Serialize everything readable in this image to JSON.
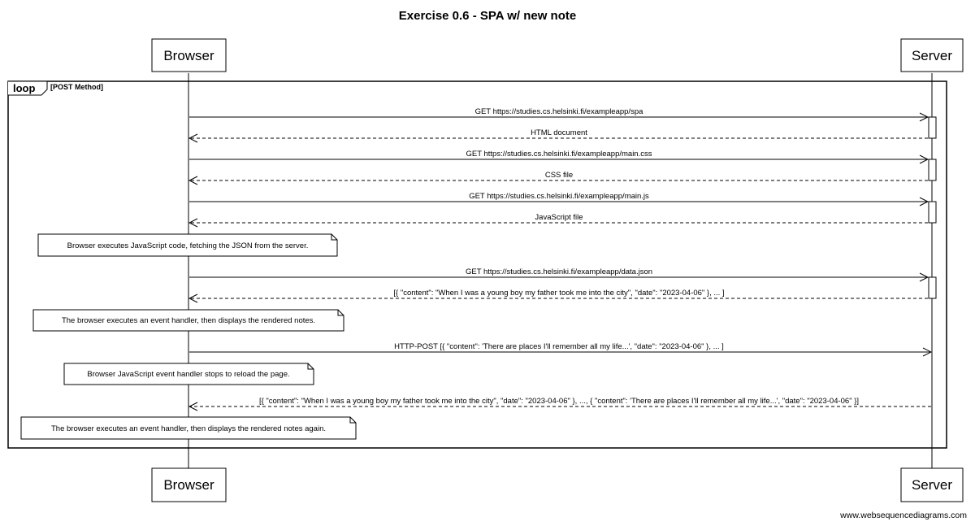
{
  "title": "Exercise 0.6 - SPA w/ new note",
  "actors": {
    "browser": "Browser",
    "server": "Server"
  },
  "loop": {
    "keyword": "loop",
    "condition": "[POST Method]"
  },
  "messages": [
    {
      "from": "browser",
      "to": "server",
      "style": "solid",
      "label": "GET https://studies.cs.helsinki.fi/exampleapp/spa"
    },
    {
      "from": "server",
      "to": "browser",
      "style": "dashed",
      "label": "HTML document"
    },
    {
      "from": "browser",
      "to": "server",
      "style": "solid",
      "label": "GET https://studies.cs.helsinki.fi/exampleapp/main.css"
    },
    {
      "from": "server",
      "to": "browser",
      "style": "dashed",
      "label": "CSS file"
    },
    {
      "from": "browser",
      "to": "server",
      "style": "solid",
      "label": "GET https://studies.cs.helsinki.fi/exampleapp/main.js"
    },
    {
      "from": "server",
      "to": "browser",
      "style": "dashed",
      "label": "JavaScript file"
    },
    {
      "from": "browser",
      "to": "server",
      "style": "solid",
      "label": "GET https://studies.cs.helsinki.fi/exampleapp/data.json"
    },
    {
      "from": "server",
      "to": "browser",
      "style": "dashed",
      "label": "[{ \"content\": \"When I was a young boy my father took me into the city\", \"date\": \"2023-04-06\" }, ... ]"
    },
    {
      "from": "browser",
      "to": "server",
      "style": "solid",
      "label": "HTTP-POST [{ \"content\": 'There are places I'll remember all my life...', \"date\": \"2023-04-06\" }, ... ]"
    },
    {
      "from": "server",
      "to": "browser",
      "style": "dashed",
      "label": "[{ \"content\": \"When I was a young boy my father took me into the city\", \"date\": \"2023-04-06\" }, ..., { \"content\": 'There are places I'll remember all my life...', \"date\": \"2023-04-06\" }]"
    }
  ],
  "notes": [
    {
      "text": "Browser executes JavaScript code, fetching the JSON from the server."
    },
    {
      "text": "The browser executes an event handler, then displays the rendered notes."
    },
    {
      "text": "Browser JavaScript event handler stops to reload the page."
    },
    {
      "text": "The browser executes an event handler, then displays the rendered notes again."
    }
  ],
  "footer": "www.websequencediagrams.com"
}
